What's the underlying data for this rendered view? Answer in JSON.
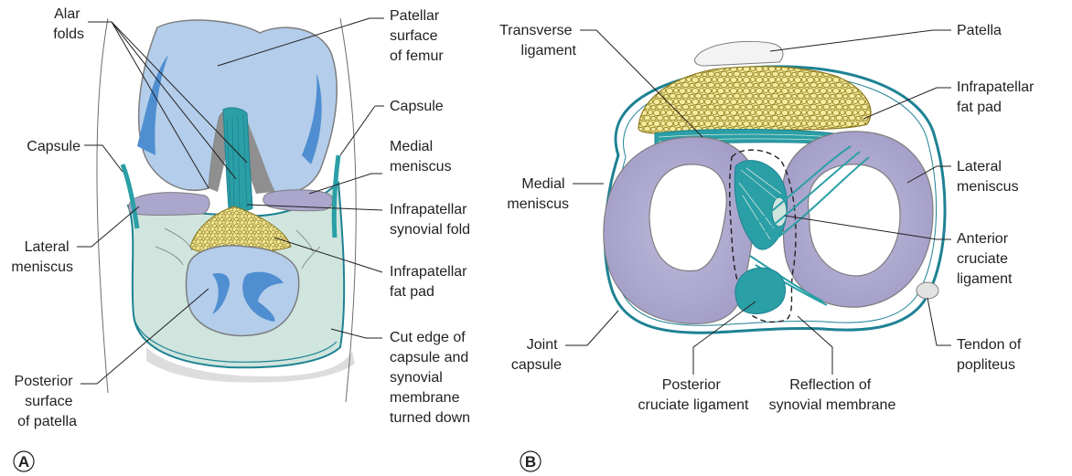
{
  "colors": {
    "bone": "#b3cdea",
    "bone_shade": "#4f8ed0",
    "synovium": "#cfe5de",
    "synovium_edge": "#1e8293",
    "ligament": "#2a9fa6",
    "meniscus": "#aaa6cc",
    "fat": "#f1e48c",
    "fat_outline": "#8c7a22",
    "shadow": "#dddddd",
    "skin_line": "#6d6d6d"
  },
  "panel_a": {
    "id": "A",
    "labels": {
      "alar_folds": [
        "Alar",
        "folds"
      ],
      "patellar_surface_of_femur": [
        "Patellar",
        "surface",
        "of femur"
      ],
      "capsule_left": [
        "Capsule"
      ],
      "capsule_right": [
        "Capsule"
      ],
      "medial_meniscus": [
        "Medial",
        "meniscus"
      ],
      "infrapatellar_synovial_fold": [
        "Infrapatellar",
        "synovial fold"
      ],
      "lateral_meniscus": [
        "Lateral",
        "meniscus"
      ],
      "infrapatellar_fat_pad": [
        "Infrapatellar",
        "fat pad"
      ],
      "cut_edge": [
        "Cut edge of",
        "capsule and",
        "synovial",
        "membrane",
        "turned down"
      ],
      "posterior_surface_of_patella": [
        "Posterior",
        "surface",
        "of patella"
      ]
    }
  },
  "panel_b": {
    "id": "B",
    "labels": {
      "transverse_ligament": [
        "Transverse",
        "ligament"
      ],
      "patella": [
        "Patella"
      ],
      "infrapatellar_fat_pad": [
        "Infrapatellar",
        "fat pad"
      ],
      "medial_meniscus": [
        "Medial",
        "meniscus"
      ],
      "lateral_meniscus": [
        "Lateral",
        "meniscus"
      ],
      "anterior_cruciate_ligament": [
        "Anterior",
        "cruciate",
        "ligament"
      ],
      "joint_capsule": [
        "Joint",
        "capsule"
      ],
      "tendon_of_popliteus": [
        "Tendon of",
        "popliteus"
      ],
      "posterior_cruciate_ligament": [
        "Posterior",
        "cruciate ligament"
      ],
      "reflection_of_synovial_membrane": [
        "Reflection of",
        "synovial membrane"
      ]
    }
  }
}
